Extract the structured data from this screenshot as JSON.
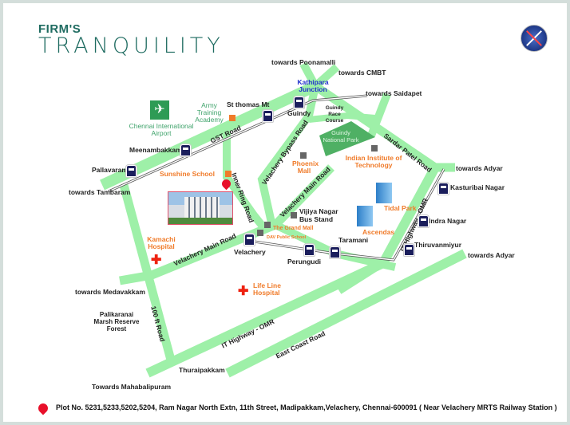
{
  "brand": {
    "line1": "FIRM'S",
    "line2": "TRANQUILITY"
  },
  "compass_icon": "compass-icon",
  "places": {
    "poonamalli": "towards Poonamalli",
    "cmbt": "towards CMBT",
    "kathipara": "Kathipara Junction",
    "saidapet": "towards Saidapet",
    "st_thomas": "St thomas Mt",
    "guindy": "Guindy",
    "race_course": "Guindy Race Course",
    "army": "Army Training Academy",
    "airport": "Chennai International Airport",
    "meenambakkam": "Meenambakkam",
    "pallavaram": "Pallavaram",
    "tambaram": "towards Tambaram",
    "sunshine": "Sunshine School",
    "national_park": "Guindy National Park",
    "phoenix": "Phoenix Mall",
    "iit": "Indian Institute of Technology",
    "adyar1": "towards Adyar",
    "kasturibai": "Kasturibai Nagar",
    "tidal": "Tidal Park",
    "ascendas": "Ascendas",
    "indra": "Indra Nagar",
    "thiruvanmiyur": "Thiruvanmiyur",
    "adyar2": "towards Adyar",
    "vijaya": "Vijiya Nagar Bus Stand",
    "grand_mall": "The Grand Mall",
    "dav": "DAV Public School",
    "velachery": "Velachery",
    "perungudi": "Perungudi",
    "taramani": "Taramani",
    "kamachi": "Kamachi Hospital",
    "lifeline": "Life Line Hospital",
    "medavakkam": "towards Medavakkam",
    "pallikaranai": "Palikaranai Marsh Reserve Forest",
    "thuraipakkam": "Thuraipakkam",
    "mahabalipuram": "Towards Mahabalipuram"
  },
  "roads": {
    "gst": "GST Road",
    "inner_ring": "Inner Ring Road",
    "vel_bypass": "Velachery Bypass Road",
    "vel_main1": "Velachery Main Road",
    "vel_main2": "Velachery Main Road",
    "sardar": "Sardar Patel Road",
    "omr1": "IT Highway - OMR",
    "omr2": "IT Highway - OMR",
    "ft100": "100 ft Road",
    "ecr": "East Coast Road"
  },
  "footer": {
    "address": "Plot No. 5231,5233,5202,5204, Ram Nagar North Extn, 11th Street, Madipakkam,Velachery, Chennai-600091  ( Near Velachery MRTS Railway Station )"
  },
  "colors": {
    "road": "#9ef0a8",
    "park": "#4fb064",
    "accent": "#f07b2a",
    "brand": "#1e6b60"
  }
}
